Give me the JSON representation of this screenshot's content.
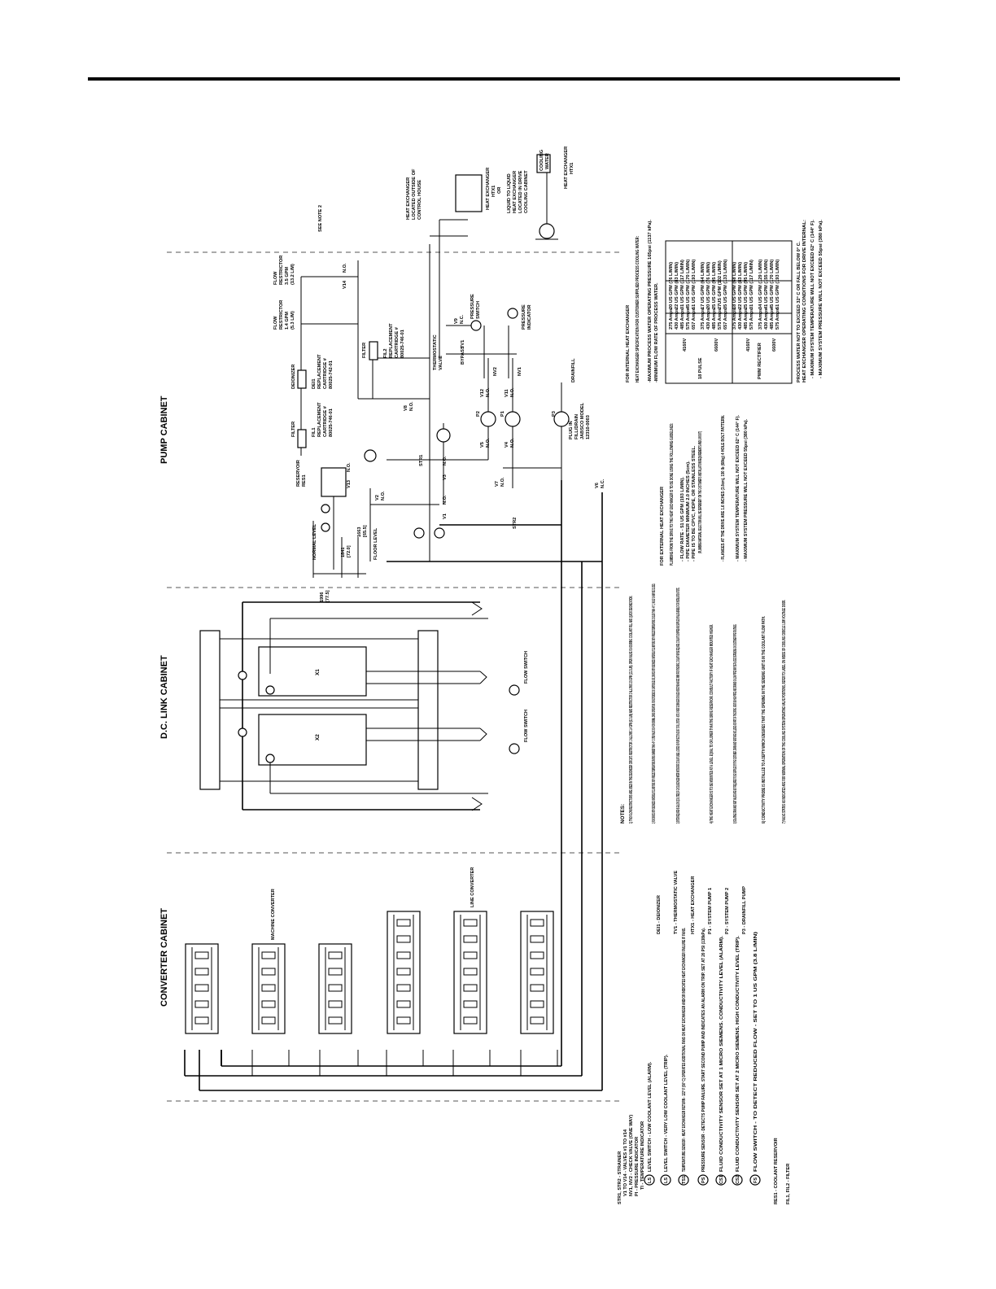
{
  "sections": {
    "converter": "CONVERTER CABINET",
    "dclink": "D.C. LINK CABINET",
    "pump": "PUMP CABINET"
  },
  "converter_labels": {
    "machine": "MACHINE CONVERTER",
    "line": "LINE CONVERTER"
  },
  "dclink_labels": {
    "x1": "X1",
    "x2": "X2",
    "flow_switch": "FLOW SWITCH"
  },
  "pump_labels": {
    "see_note": "SEE NOTE 2",
    "fr1": [
      "FLOW",
      "RESTRICTOR",
      "3.5 GPM",
      "(13.2 L/M)"
    ],
    "fr2": [
      "FLOW",
      "RESTRICTOR",
      "1.4 GPM",
      "(5.3 L/M)"
    ],
    "v14": "V14",
    "v8": "V8",
    "no": "N.O.",
    "nc": "N.C.",
    "deionizer": "DEIONIZER",
    "dei1": [
      "DEI1",
      "REPLACEMENT",
      "CARTRIDGE #",
      "80025-742-01"
    ],
    "filter": "FILTER",
    "fil2": [
      "FIL2",
      "REPLACEMENT",
      "CARTRIDGE #",
      "80025-746-01"
    ],
    "fil1": [
      "FIL1",
      "REPLACEMENT",
      "CARTRIDGE #",
      "80025-746-01"
    ],
    "reservoir": [
      "RESERVOIR",
      "RES1"
    ],
    "v13": "V13",
    "normal_level": "NORMAL LEVEL",
    "floor_level": "FLOOR LEVEL",
    "dims": [
      "1996",
      "[77.5]",
      "1841",
      "[72.0]",
      "1663",
      "[65.5]"
    ],
    "str1": "STR1",
    "str2": "STR2",
    "v1": "V1",
    "v2": "V2",
    "v3": "V3",
    "v4": "V4",
    "v5": "V5",
    "v6": "V6",
    "v7": "V7",
    "v9": "V9",
    "v11": "V11",
    "v12": "V12",
    "p1": "P1",
    "p2": "P2",
    "p3": "P3",
    "nv1": "NV1",
    "nv2": "NV2",
    "thermostatic": [
      "THERMOSTATIC",
      "VALVE"
    ],
    "bypass": "BYPASS",
    "tv1": "TV1",
    "pressure_switch": [
      "PRESSURE",
      "SWITCH"
    ],
    "pressure_indicator": [
      "PRESSURE",
      "INDICATOR"
    ],
    "drainfill": "DRAINFILL",
    "plug": [
      "PLUG IN",
      "FILL/DRAIN",
      "JABSCO MODEL",
      "12310-0003"
    ],
    "hx_outside": [
      "HEAT EXCHANGER",
      "LOCATED OUTSIDE OF",
      "CONTROL HOUSE"
    ],
    "hx_htx1": [
      "HEAT EXCHANGER",
      "HTX1",
      "OR"
    ],
    "hx_liquid": [
      "LIQUID TO LIQUID",
      "HEAT EXCHANGER",
      "LOCATED IN DRIVE",
      "COOLING CABINET"
    ],
    "cooling_water": [
      "COOLING",
      "WATER"
    ],
    "hx_htx1_b": [
      "HEAT EXCHANGER",
      "HTX1"
    ]
  },
  "legend": [
    "STR1, STR2 - STRAINER",
    "V1 TO V14 - VALVES #1 TO #14",
    "NV1, NV2 - CHECK VALVE (ONE WAY)",
    "PI - PRESSURE INDICATOR",
    "TI - TEMPERATURE INDICATOR",
    "LEVEL SWITCH - LOW COOLANT LEVEL (ALARM).",
    "LEVEL SWITCH - VERY LOW COOLANT LEVEL (TRIP).",
    "TEMPERATURE SENSOR - HEAT EXCHANGER RETURN - 122° F (50° C) OPERATES ADDITIONAL FANS ON HEAT EXCHANGER AND/OR INDICATES HEAT EXCHANGER FAILURE IF FANS.",
    "PRESSURE SENSOR - DETECTS PUMP FAILURE. START SECOND PUMP AND INDICATES AN ALARM ON TRIP. SET AT 20 PSI (138kPa).",
    "FLUID CONDUCTIVITY SENSOR SET AT 1 MICRO SIEMENS. CONDUCTIVITY LEVEL (ALARM).",
    "FLUID CONDUCTIVITY SENSOR SET AT 2 MICRO SIEMENS. HIGH CONDUCTIVITY LEVEL (TRIP).",
    "FLOW SWITCH - TO DETECT REDUCED FLOW - SET TO 1 US GPM (3.8 L/MIN)",
    "RES1 - COOLANT RESERVOIR",
    "FIL1, FIL2 - FILTER"
  ],
  "legend_symbols": [
    "LS",
    "LS",
    "TS1",
    "PS",
    "CS1",
    "CS2",
    "FS"
  ],
  "legend2": [
    "DEI1 - DEIONIZER",
    "TV1 - THERMOSTATIC VALVE",
    "HTX1 - HEAT EXCHANGER",
    "P1 - SYSTEM PUMP 1",
    "P2 - SYSTEM PUMP 2",
    "P3 - DRAINFILL PUMP"
  ],
  "notes_title": "NOTES:",
  "notes": [
    "1) TWO FLOW RESTRICTORS ARE USED IN THE DEIONIZER CIRCUIT. RESTRICTOR 1 ALLOWS 1.4 GPM (5.3 L/M) AND RESTRICTOR 2 ALLOWS 3.5 GPM (13.2 L/M). OPEN VALVE V14 DURING COOLANT FILL AND QUICK DEIONIZATION.",
    "2) FOR DRIVES WITH DEIONIZED WATER/GLYCOL MIXTURE WITH FREEZE TEMPERATURE RATING WARMER THAN -40° C OPEN VALVE V14 FOR NORMAL DRIVE OPERATION. FOR EXTENDED DI CARTRIDGE LIFE, DRIVES WITH DEIONIZED WATER/GLYCOL MIXTURE WITH FREEZE TEMPERATURE COOLER THAN -40° C, VALVE V14 MAY BE CLOSED.",
    "3) SYSTEM REQUIRES 45 GALLONS (170 LITRES) OF GLYCOL/DEIONIZED WATER MIXTURE PER COOLANT LABEL LOCATED ON PUMP SECTION DOOR. TO FILL SYSTEM - NOTE: IF HEAT EXCHANGER IS PLACED MORE THAN 40 FEET AWAY FROM THE DRIVE, COOLANT MAY BE REQUIRED. COOLANT IS SHIPPED AND SUPPLIED BY ALLEN-BRADLEY FOR INSTALLATION AT SITE.",
    "4) THE HEAT EXCHANGER IS TO BE MOUNTED AT A LEVEL EQUAL TO OR LOWER THAN THE DRIVE RESERVOIR. CONSULT FACTORY IF HEAT EXCHANGER MOUNTED HIGHER.",
    "5) ISOLATING DRAIN AND VENT VALVES ARE NOT REQUIRED TO BE SUPPLIED BY THE CUSTOMER. DRAIN AND VENT ARE INCLUDED AS PART OF THE DRIVE. VENT ON HIGH PIPES AND DRAINS ON LOW PIPES MAY BE PLACED DEPENDING ON CUSTOMER PIPE ROUTINGS.",
    "6) CONDUCTIVITY PROBE IS INSTALLED TO A DEPTH WHICH ENSURES THAT THE OPENING IN THE SENSING UNIT IS IN THE COOLANT FLOW PATH.",
    "7) VALVE STATUS AS INDICATED ARE FOR NORMAL OPERATION OF THE COOLING SYSTEM OPERATING VALVE POSITIONS, REFER TO LABEL ON INSIDE OF COOLING CUBICLE LOW VOLTAGE DOOR."
  ],
  "external_hx": {
    "title": "FOR EXTERNAL HEAT EXCHANGER",
    "lines": [
      "PLUMBING FROM THE DRIVE TO THE HEAT EXCHANGER IS TO BE DONE USING THE FOLLOWING GUIDELINES:",
      "- FLOW RATE - 51 US GPM (193 L/MIN).",
      "- PIPE DIAMETER MINIMUM 2.0 INCHES (5cm).",
      "- PIPE IS TO BE CPVC, HDPE, OR STAINLESS STEEL.",
      "(PLUMBING MATERIAL SELECTION WILL BE DEPENDENT ON THE CUSTOMER'S INSTALLATION REQUIREMENTS AND LAYOUT)",
      "- FLANGES AT THE DRIVE ARE 1.6 INCHES (3.8cm), 150 lb (68kg) 4 HOLE BOLT PATTERN.",
      "- MAXIMUM SYSTEM TEMPERATURE WILL NOT EXCEED 62° C (144° F).",
      "- MAXIMUM SYSTEM PRESSURE WILL NOT EXCEED 55psi (380 kPa)."
    ]
  },
  "internal_hx": {
    "title": "FOR INTERNAL HEAT EXCHANGER",
    "lines": [
      "HEAT EXCHANGER SPECIFICATION FOR CUSTOMER SUPPLIED PROCESS COOLING WATER:",
      "-MAXIMUM PROCESS WATER OPERATING PRESSURE 165psi (1137 kPa).",
      "-MINIMUM FLOW RATE OF PROCESS WATER."
    ],
    "footer": [
      "PROCESS WATER NOT TO EXCEED 32° C OR FALL BELOW 0° C.",
      "HEAT EXCHANGER OPERATING CONDITIONS FOR DRIVE INTERNAL:",
      "- MAXIMUM SYSTEM TEMPERATURE WILL NOT EXCEED 62° C (144° F).",
      "- MAXIMUM SYSTEM PRESSURE WILL NOT EXCEED 55psi (380 kPa)."
    ]
  },
  "flow_table": {
    "groups": [
      {
        "name": "18 PULSE",
        "volts": [
          {
            "v": "4160V",
            "rows": [
              [
                "275 Amps",
                "20 US GPM (76 L/MIN)"
              ],
              [
                "430 Amps",
                "22 US GPM (83 L/MIN)"
              ],
              [
                "485 Amps",
                "31 US GPM (117 L/MIN)"
              ],
              [
                "575 Amps",
                "45 US GPM (170 L/MIN)"
              ],
              [
                "657 Amps",
                "51 US GPM (193 L/MIN)"
              ]
            ]
          },
          {
            "v": "6600V",
            "rows": [
              [
                "375 Amps",
                "17 US GPM (64 L/MIN)"
              ],
              [
                "430 Amps",
                "20 US GPM (76 L/MIN)"
              ],
              [
                "485 Amps",
                "25 US GPM (95 L/MIN)"
              ],
              [
                "575 Amps",
                "27US GPM (102 L/MIN)"
              ],
              [
                "657 Amps",
                "35 US GPM (133 L/MIN)"
              ]
            ]
          }
        ]
      },
      {
        "name": "PWM RECTIFIER",
        "volts": [
          {
            "v": "4160V",
            "rows": [
              [
                "375 Amps",
                "18 US GPM (68 L/MIN)"
              ],
              [
                "430 Amps",
                "22 US GPM (83 L/MIN)"
              ],
              [
                "485 Amps",
                "25 US GPM (95 L/MIN)"
              ],
              [
                "575 Amps",
                "31 US GPM (117 L/MIN)"
              ]
            ]
          },
          {
            "v": "6600V",
            "rows": [
              [
                "375 Amps",
                "34 US GPM (129 L/MIN)"
              ],
              [
                "430 Amps",
                "41 US GPM (155 L/MIN)"
              ],
              [
                "485 Amps",
                "45 US GPM (170 L/MIN)"
              ],
              [
                "575 Amps",
                "51 US GPM (193 L/MIN)"
              ]
            ]
          }
        ]
      }
    ]
  }
}
